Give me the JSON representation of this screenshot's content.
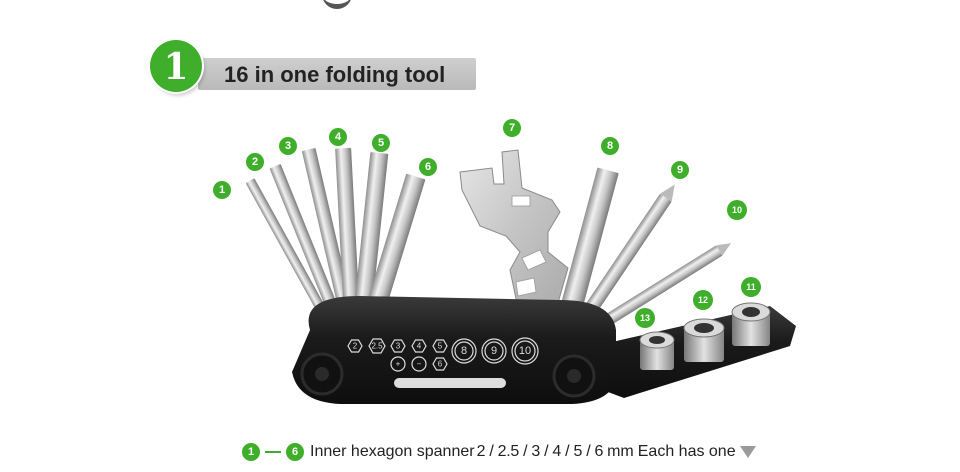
{
  "section": {
    "number": "1",
    "title": "16 in one folding tool"
  },
  "tool_markers": [
    "1",
    "2",
    "3",
    "4",
    "5",
    "6",
    "7",
    "8",
    "9",
    "10",
    "11",
    "12",
    "13"
  ],
  "body_marks": {
    "hex": [
      "2",
      "2.5",
      "3",
      "4",
      "5"
    ],
    "circles": [
      "8",
      "9",
      "10"
    ],
    "bottom": [
      "+",
      "−",
      "6"
    ]
  },
  "caption": {
    "from": "1",
    "to": "6",
    "text": "Inner hexagon spanner",
    "sizes": "2 / 2.5 / 3 / 4 / 5 / 6",
    "unit": "mm",
    "note": "Each has one"
  },
  "colors": {
    "accent_green": "#3fae2a",
    "tool_body": "#1b1b1b",
    "header_bar": "#c4c4c4",
    "steel": "#c9c9c9"
  }
}
